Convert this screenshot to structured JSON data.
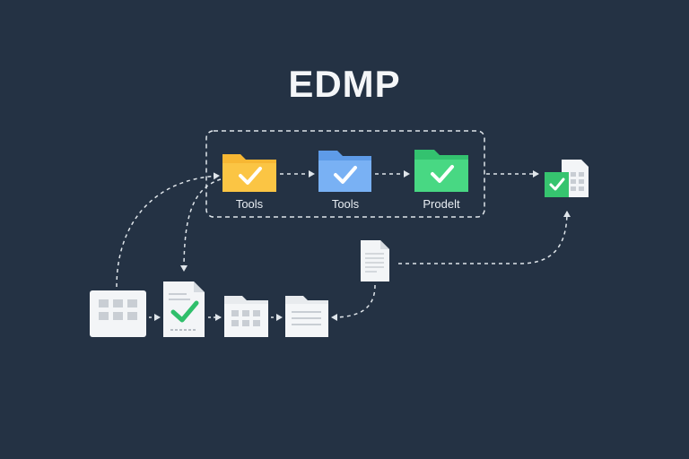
{
  "diagram": {
    "title": "EDMP",
    "stages": [
      {
        "label": "Tools",
        "color": "#f7b733",
        "icon": "folder-check-icon"
      },
      {
        "label": "Tools",
        "color": "#6aa9f0",
        "icon": "folder-check-icon"
      },
      {
        "label": "Prodelt",
        "color": "#3dd27a",
        "icon": "folder-check-icon"
      }
    ],
    "output_icon": "spreadsheet-check-icon",
    "source_icons": [
      "grid-card-icon",
      "document-check-icon",
      "folder-grid-icon",
      "folder-list-icon",
      "document-lines-icon"
    ],
    "colors": {
      "background": "#243244",
      "line": "#dfe5ea",
      "check_green": "#3dd27a"
    }
  }
}
